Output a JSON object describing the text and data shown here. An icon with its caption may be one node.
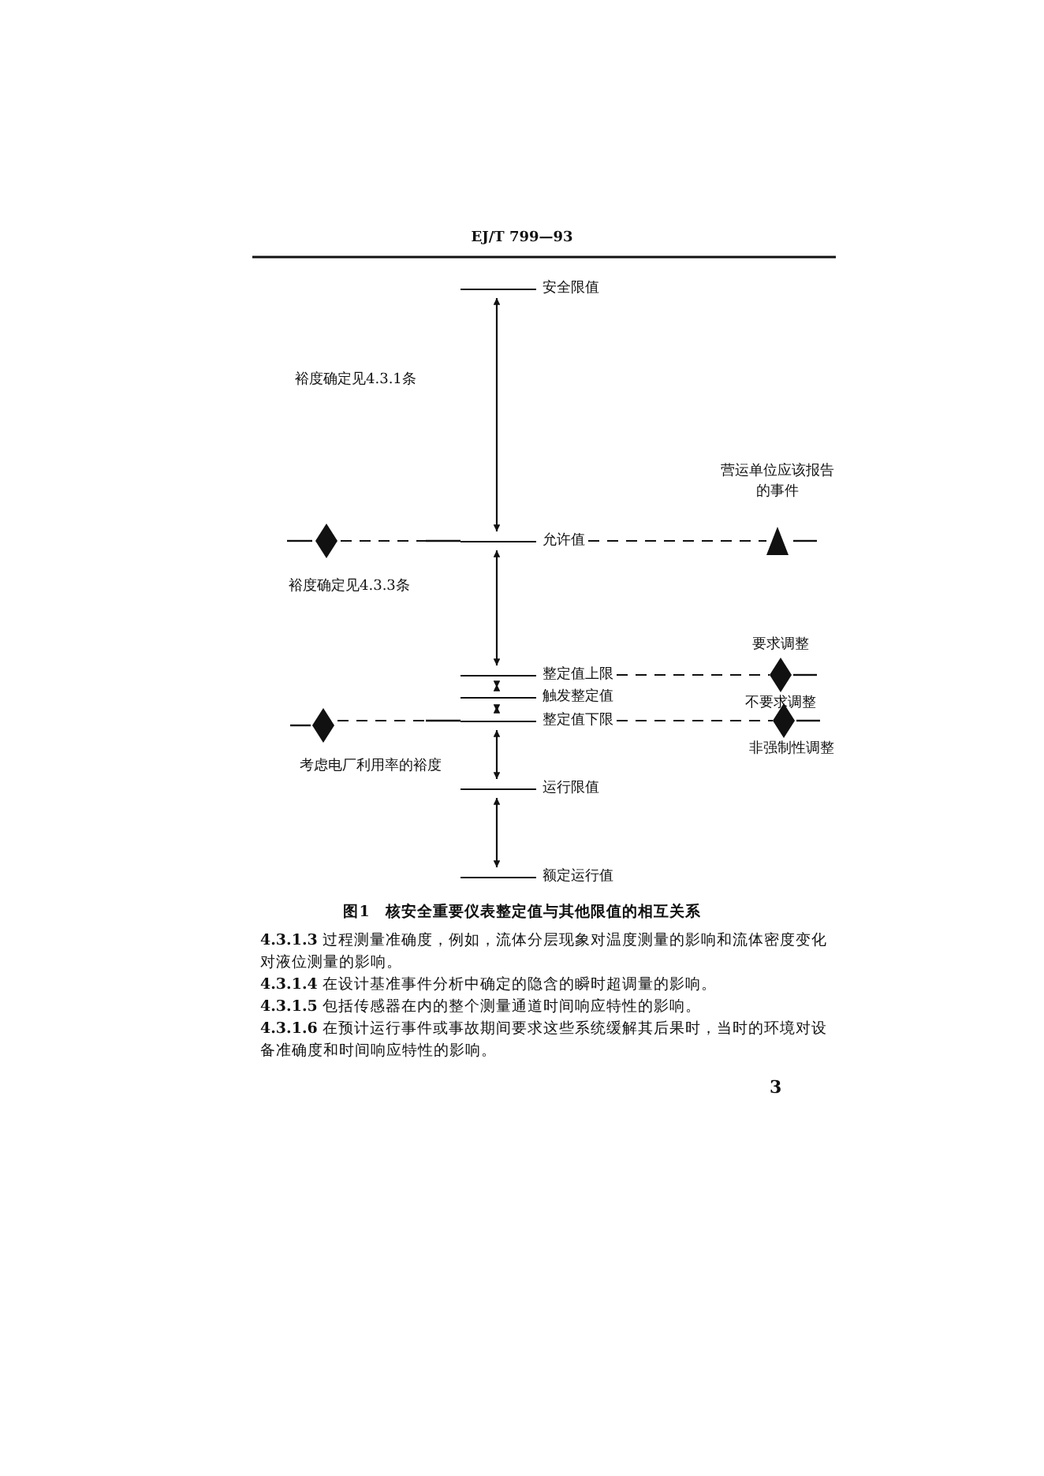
{
  "diagram": {
    "caption": "图1　核安全重要仪表整定值与其他限值的相互关系",
    "nodes": [
      {
        "text": [
          "安全限值"
        ]
      },
      {
        "text": [],
        "shape": "diamond"
      },
      {
        "text": [
          "允许值"
        ]
      },
      {
        "text": [],
        "shape": "triangle",
        "beside": [
          "营运单位应该报告的事件"
        ]
      },
      {
        "text": [
          "整定值上限"
        ]
      },
      {
        "text": [],
        "shape": "diamond",
        "beside": [
          "要求调整",
          "不要求调整"
        ]
      },
      {
        "text": [
          "触发整定值"
        ]
      },
      {
        "text": [],
        "shape": "diamond",
        "beside": [
          "考虑电厂利用率的裕度"
        ]
      },
      {
        "text": [
          "整定值下限"
        ]
      },
      {
        "text": [],
        "shape": "diamond",
        "beside": [
          "非强制性调整"
        ]
      },
      {
        "text": [
          "运行限值"
        ]
      },
      {
        "text": [
          "额定运行值"
        ]
      }
    ],
    "edges": [
      {
        "from": 0,
        "to": 2,
        "arrow": "both"
      },
      {
        "from": 2,
        "to": 4,
        "arrow": "both"
      },
      {
        "from": 4,
        "to": 6,
        "arrow": "both"
      },
      {
        "from": 6,
        "to": 8,
        "arrow": "both"
      },
      {
        "from": 8,
        "to": 10,
        "arrow": "both"
      },
      {
        "from": 10,
        "to": 11,
        "arrow": "both"
      },
      {
        "from": 1,
        "to": 2,
        "arrow": "none",
        "style": "dashed"
      },
      {
        "from": 2,
        "to": 3,
        "arrow": "none",
        "style": "dashed"
      },
      {
        "from": 4,
        "to": 5,
        "arrow": "none",
        "style": "dashed"
      },
      {
        "from": 7,
        "to": 8,
        "arrow": "none",
        "style": "dashed"
      },
      {
        "from": 8,
        "to": 9,
        "arrow": "none",
        "style": "dashed"
      }
    ],
    "labels": [
      "EJ/T 799—93",
      "裕度确定见4.3.1条",
      "裕度确定见4.3.3条",
      "**4.3.1.3** 过程测量准确度，例如，流体分层现象对温度测量的影响和流体密度变化对液位测量的影响。",
      "**4.3.1.4** 在设计基准事件分析中确定的隐含的瞬时超调量的影响。",
      "**4.3.1.5** 包括传感器在内的整个测量通道时间响应特性的影响。",
      "**4.3.1.6** 在预计运行事件或事故期间要求这些系统缓解其后果时，当时的环境对设备准确度和时间响应特性的影响。",
      "3"
    ]
  }
}
